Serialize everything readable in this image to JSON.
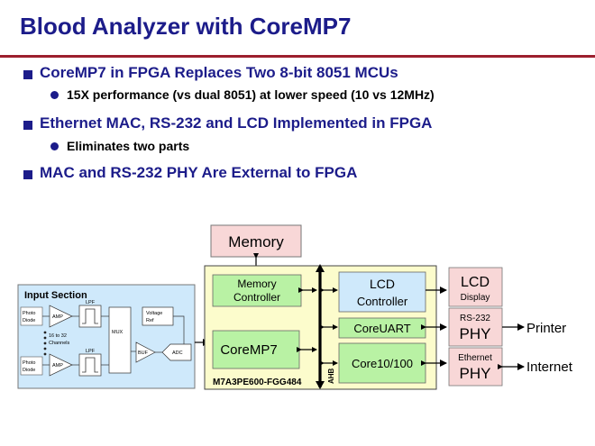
{
  "slide": {
    "title": "Blood Analyzer with CoreMP7",
    "bullets": [
      {
        "text": "CoreMP7 in FPGA Replaces Two 8-bit 8051 MCUs",
        "sub": [
          "15X performance (vs dual 8051) at lower speed (10 vs 12MHz)"
        ]
      },
      {
        "text": "Ethernet MAC, RS-232 and LCD Implemented in FPGA",
        "sub": [
          "Eliminates two parts"
        ]
      },
      {
        "text": "MAC and RS-232 PHY Are External to FPGA",
        "sub": []
      }
    ]
  },
  "diagram": {
    "memory": "Memory",
    "input_section": {
      "title": "Input Section",
      "photo_diode_1": [
        "Photo",
        "Diode"
      ],
      "photo_diode_2": [
        "Photo",
        "Diode"
      ],
      "amp1": "AMP",
      "amp2": "AMP",
      "lpf1": "LPF",
      "lpf2": "LPF",
      "channels": [
        "16 to 32",
        "Channels"
      ],
      "mux": "MUX",
      "voltage_ref": [
        "Voltage",
        "Ref"
      ],
      "buf": "BUF",
      "adc": "ADC"
    },
    "fpga": {
      "memory_controller": [
        "Memory",
        "Controller"
      ],
      "coremp7": "CoreMP7",
      "part_number": "M7A3PE600-FGG484",
      "ahb": "AHB",
      "lcd_controller": [
        "LCD",
        "Controller"
      ],
      "coreuart": "CoreUART",
      "core10100": "Core10/100"
    },
    "external": {
      "lcd_display": [
        "LCD",
        "Display"
      ],
      "rs232_phy": [
        "RS-232",
        "PHY"
      ],
      "ethernet_phy": [
        "Ethernet",
        "PHY"
      ]
    },
    "outputs": {
      "printer": "Printer",
      "internet": "Internet"
    },
    "colors": {
      "title_blue": "#1c1c8a",
      "rule_red": "#9c1f2e",
      "memory_pink": "#f8d7d7",
      "fpga_yellow": "#fcfccc",
      "green_block": "#b9f2a4",
      "blue_block": "#cfe9fb",
      "input_section_blue": "#cfe9fb"
    }
  }
}
